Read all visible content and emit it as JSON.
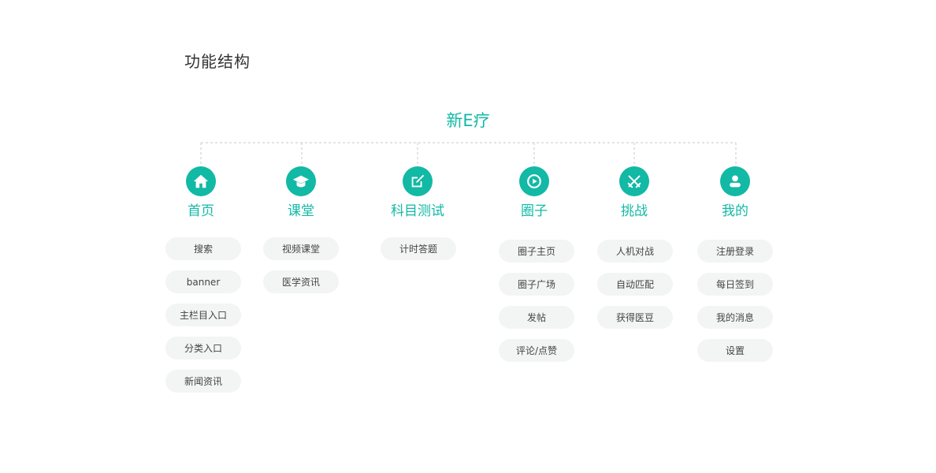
{
  "page_title": "功能结构",
  "root": "新E疗",
  "accent_color": "#12b9a5",
  "branches": [
    {
      "label": "首页",
      "icon": "home-icon",
      "items": [
        "搜索",
        "banner",
        "主栏目入口",
        "分类入口",
        "新闻资讯"
      ]
    },
    {
      "label": "课堂",
      "icon": "graduation-cap-icon",
      "items": [
        "视频课堂",
        "医学资讯"
      ]
    },
    {
      "label": "科目测试",
      "icon": "edit-icon",
      "items": [
        "计时答题"
      ]
    },
    {
      "label": "圈子",
      "icon": "circle-play-icon",
      "items": [
        "圈子主页",
        "圈子广场",
        "发帖",
        "评论/点赞"
      ]
    },
    {
      "label": "挑战",
      "icon": "crossed-swords-icon",
      "items": [
        "人机对战",
        "自动匹配",
        "获得医豆"
      ]
    },
    {
      "label": "我的",
      "icon": "user-icon",
      "items": [
        "注册登录",
        "每日签到",
        "我的消息",
        "设置"
      ]
    }
  ]
}
